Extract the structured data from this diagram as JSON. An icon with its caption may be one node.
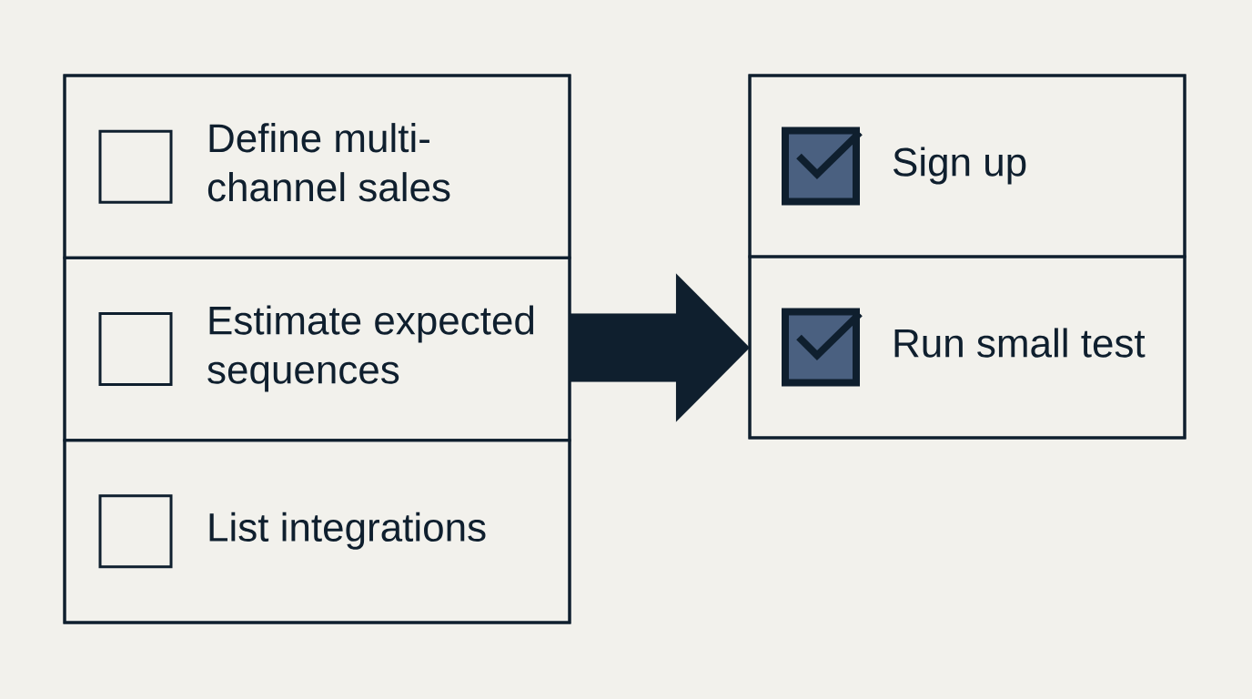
{
  "diagram": {
    "nodes": [
      {
        "text": [],
        "shape": "box"
      },
      {
        "text": [
          "Define multi- channel sales"
        ],
        "in": 0
      },
      {
        "text": [
          "Estimate expected sequences"
        ],
        "in": 0
      },
      {
        "text": [
          "List integrations"
        ],
        "in": 0
      },
      {
        "text": [],
        "shape": "box"
      },
      {
        "text": [
          "Sign up"
        ],
        "in": 4
      },
      {
        "text": [
          "Run small test"
        ],
        "in": 4
      }
    ],
    "edges": [
      {
        "from": 0,
        "to": 4,
        "arrow": "to",
        "style": "thick"
      }
    ]
  }
}
